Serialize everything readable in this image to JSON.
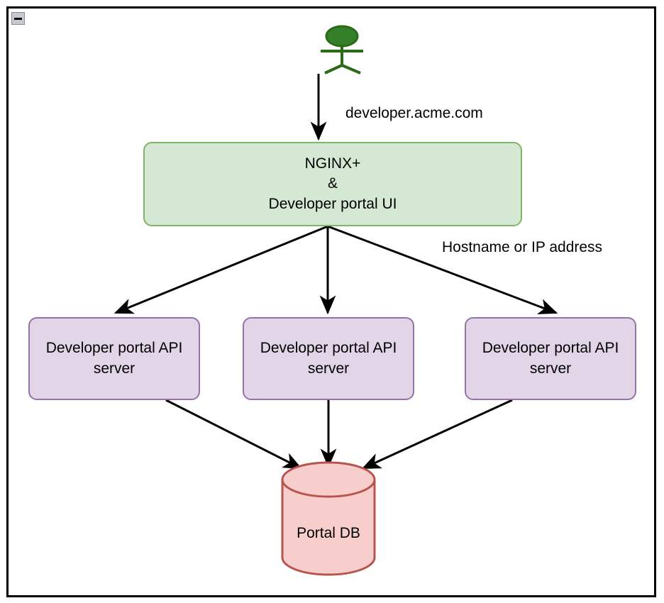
{
  "window": {
    "collapse_icon": "minimize-icon"
  },
  "diagram": {
    "title_visible": false,
    "actor": {
      "icon": "actor-stick-figure-icon",
      "stroke_color": "#2d6a18",
      "fill_color": "#34802a"
    },
    "nodes": [
      {
        "id": "nginx",
        "label": "NGINX+\n&\nDeveloper portal UI",
        "shape": "rounded-rect",
        "fill": "#d5e8d4",
        "stroke": "#82b366"
      },
      {
        "id": "api-left",
        "label": "Developer portal API\nserver",
        "shape": "rounded-rect",
        "fill": "#e1d5e7",
        "stroke": "#9673a6"
      },
      {
        "id": "api-mid",
        "label": "Developer portal API\nserver",
        "shape": "rounded-rect",
        "fill": "#e1d5e7",
        "stroke": "#9673a6"
      },
      {
        "id": "api-right",
        "label": "Developer portal API\nserver",
        "shape": "rounded-rect",
        "fill": "#e1d5e7",
        "stroke": "#9673a6"
      },
      {
        "id": "portal-db",
        "label": "Portal DB",
        "shape": "cylinder",
        "fill": "#f8cecc",
        "stroke": "#b85450"
      }
    ],
    "edge_labels": {
      "actor_to_nginx": "developer.acme.com",
      "nginx_to_api": "Hostname or IP address"
    },
    "edge_color": "#000000"
  }
}
